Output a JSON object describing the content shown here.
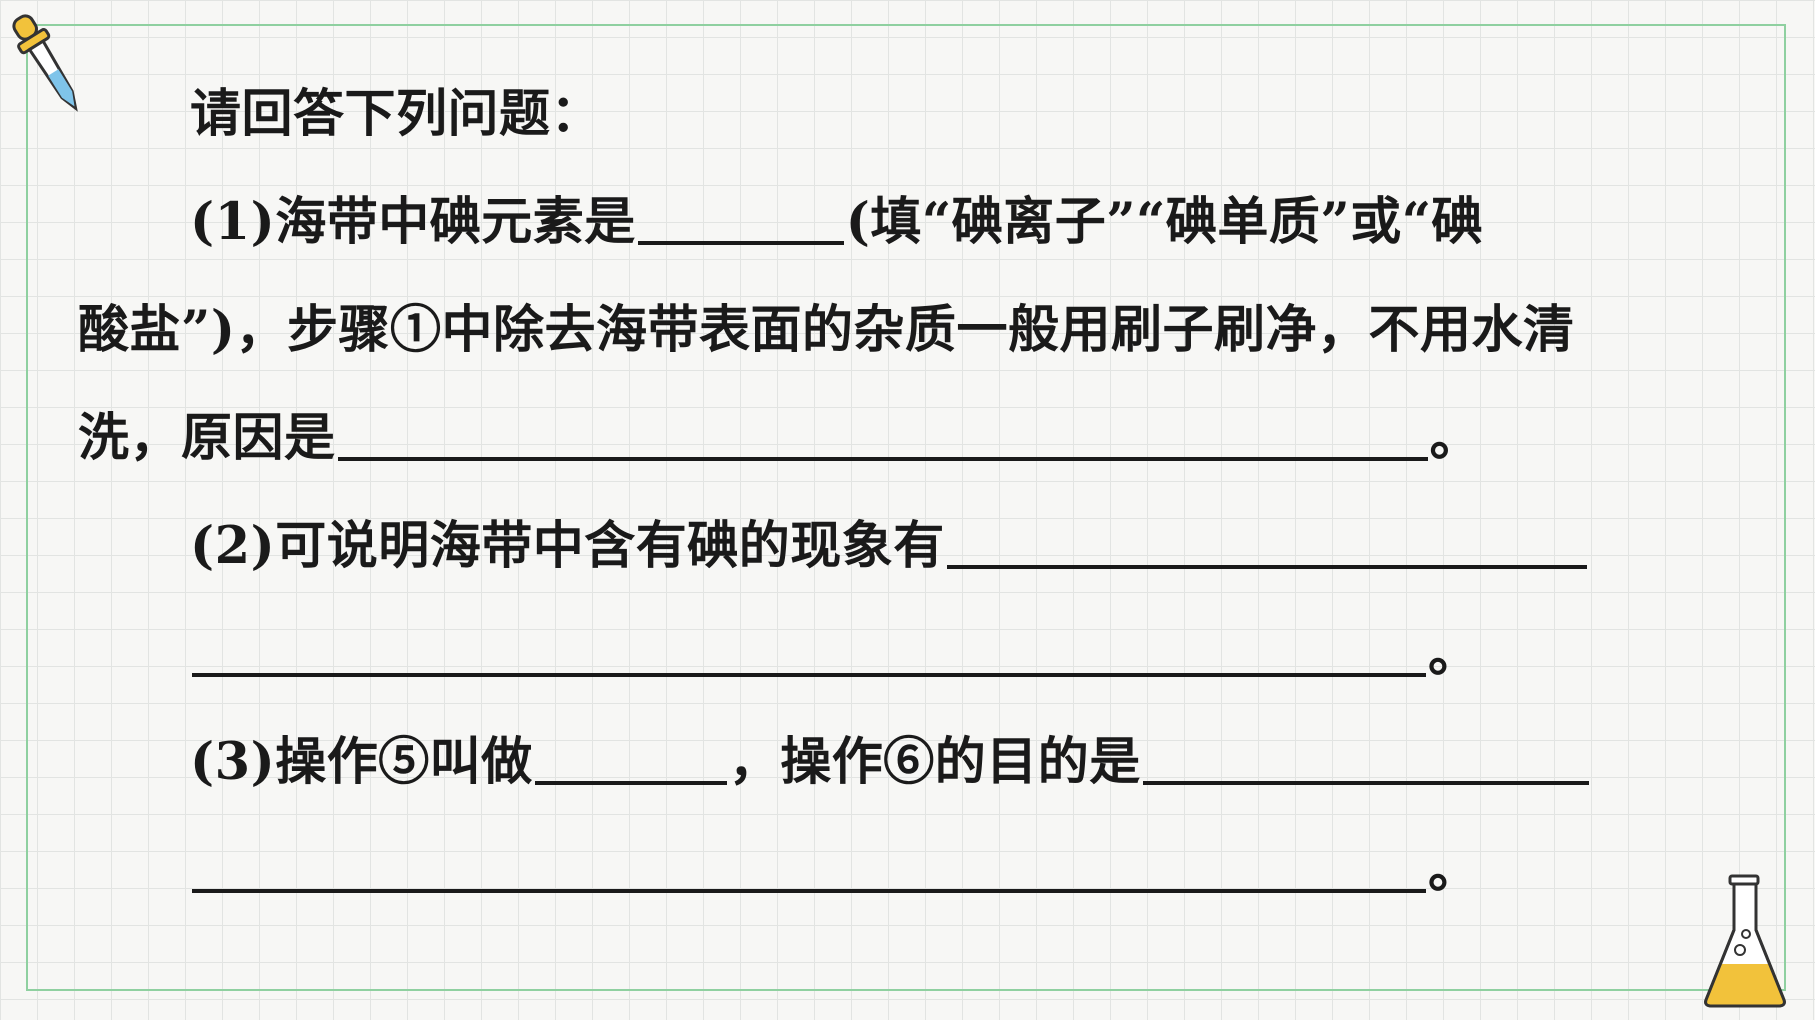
{
  "question": {
    "intro": "请回答下列问题：",
    "q1": {
      "part_a": "(1)海带中碘元素是",
      "part_b": "(填“碘离子”“碘单质”或“碘",
      "part_c": "酸盐”)，步骤①中除去海带表面的杂质一般用刷子刷净，不用水清",
      "part_d": "洗，原因是",
      "end": "。"
    },
    "q2": {
      "part_a": "(2)可说明海带中含有碘的现象有",
      "end": "。"
    },
    "q3": {
      "part_a": "(3)操作⑤叫做",
      "part_b": "，操作⑥的目的是",
      "end": "。"
    }
  },
  "decor": {
    "dropper_icon": "dropper-icon",
    "flask_icon": "flask-icon",
    "frame_color": "#8fd0a0",
    "grid_color": "#e2e4e2"
  }
}
